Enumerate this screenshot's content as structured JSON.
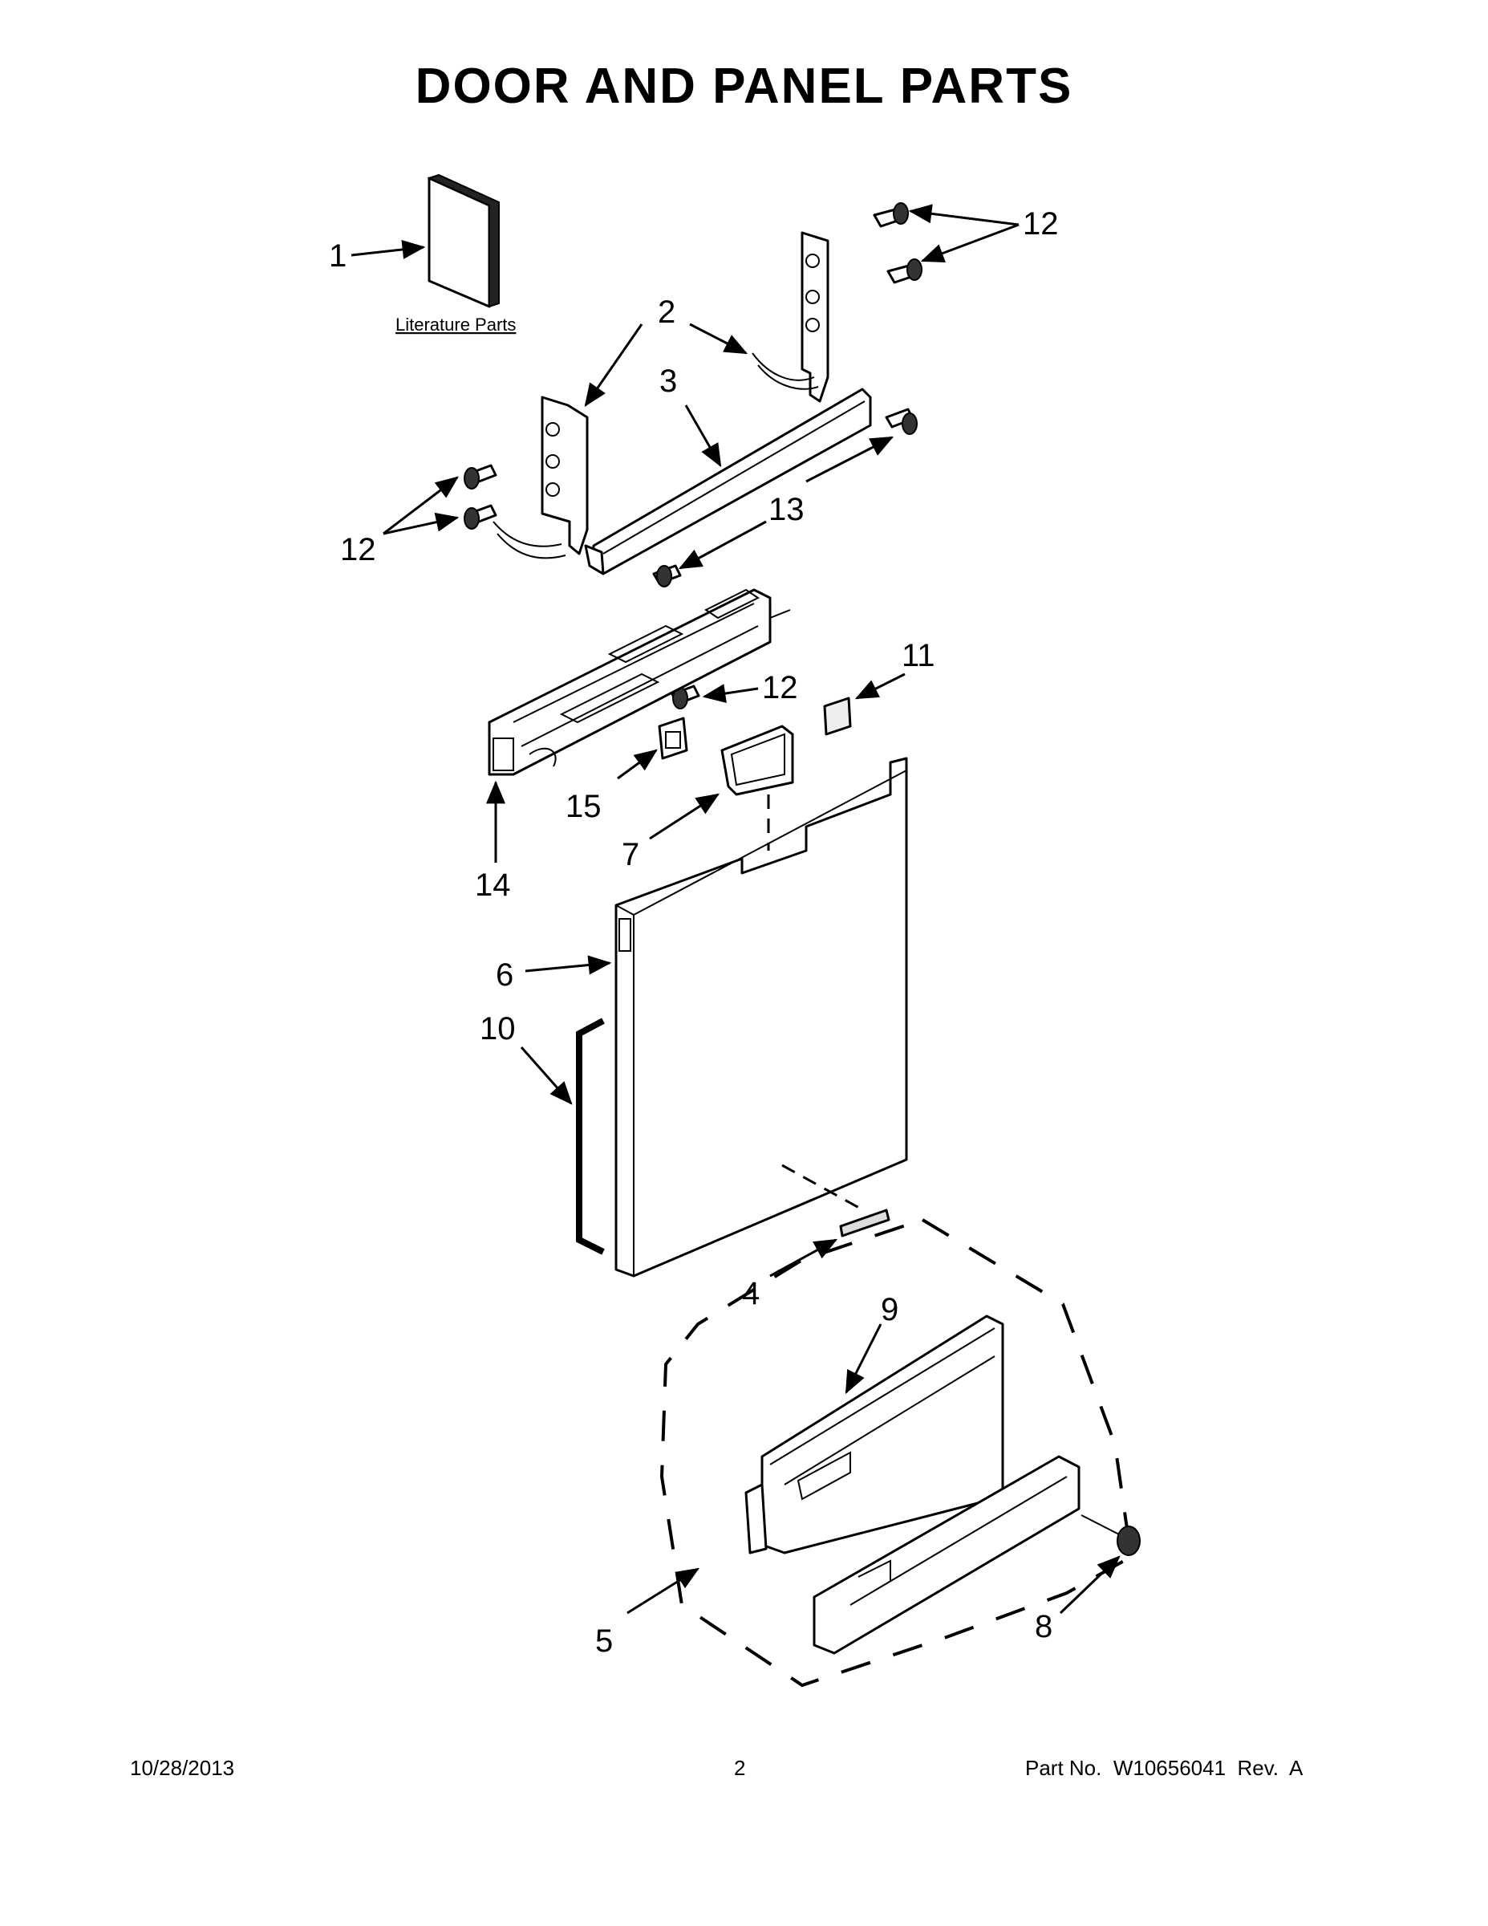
{
  "title": "DOOR AND PANEL PARTS",
  "literature_label": "Literature Parts",
  "callouts": {
    "c1": "1",
    "c2": "2",
    "c3": "3",
    "c4": "4",
    "c5": "5",
    "c6": "6",
    "c7": "7",
    "c8": "8",
    "c9": "9",
    "c10": "10",
    "c11": "11",
    "c12": "12",
    "c13": "13",
    "c14": "14",
    "c15": "15"
  },
  "footer": {
    "date": "10/28/2013",
    "page": "2",
    "part_no": "Part No.  W10656041  Rev.  A"
  }
}
